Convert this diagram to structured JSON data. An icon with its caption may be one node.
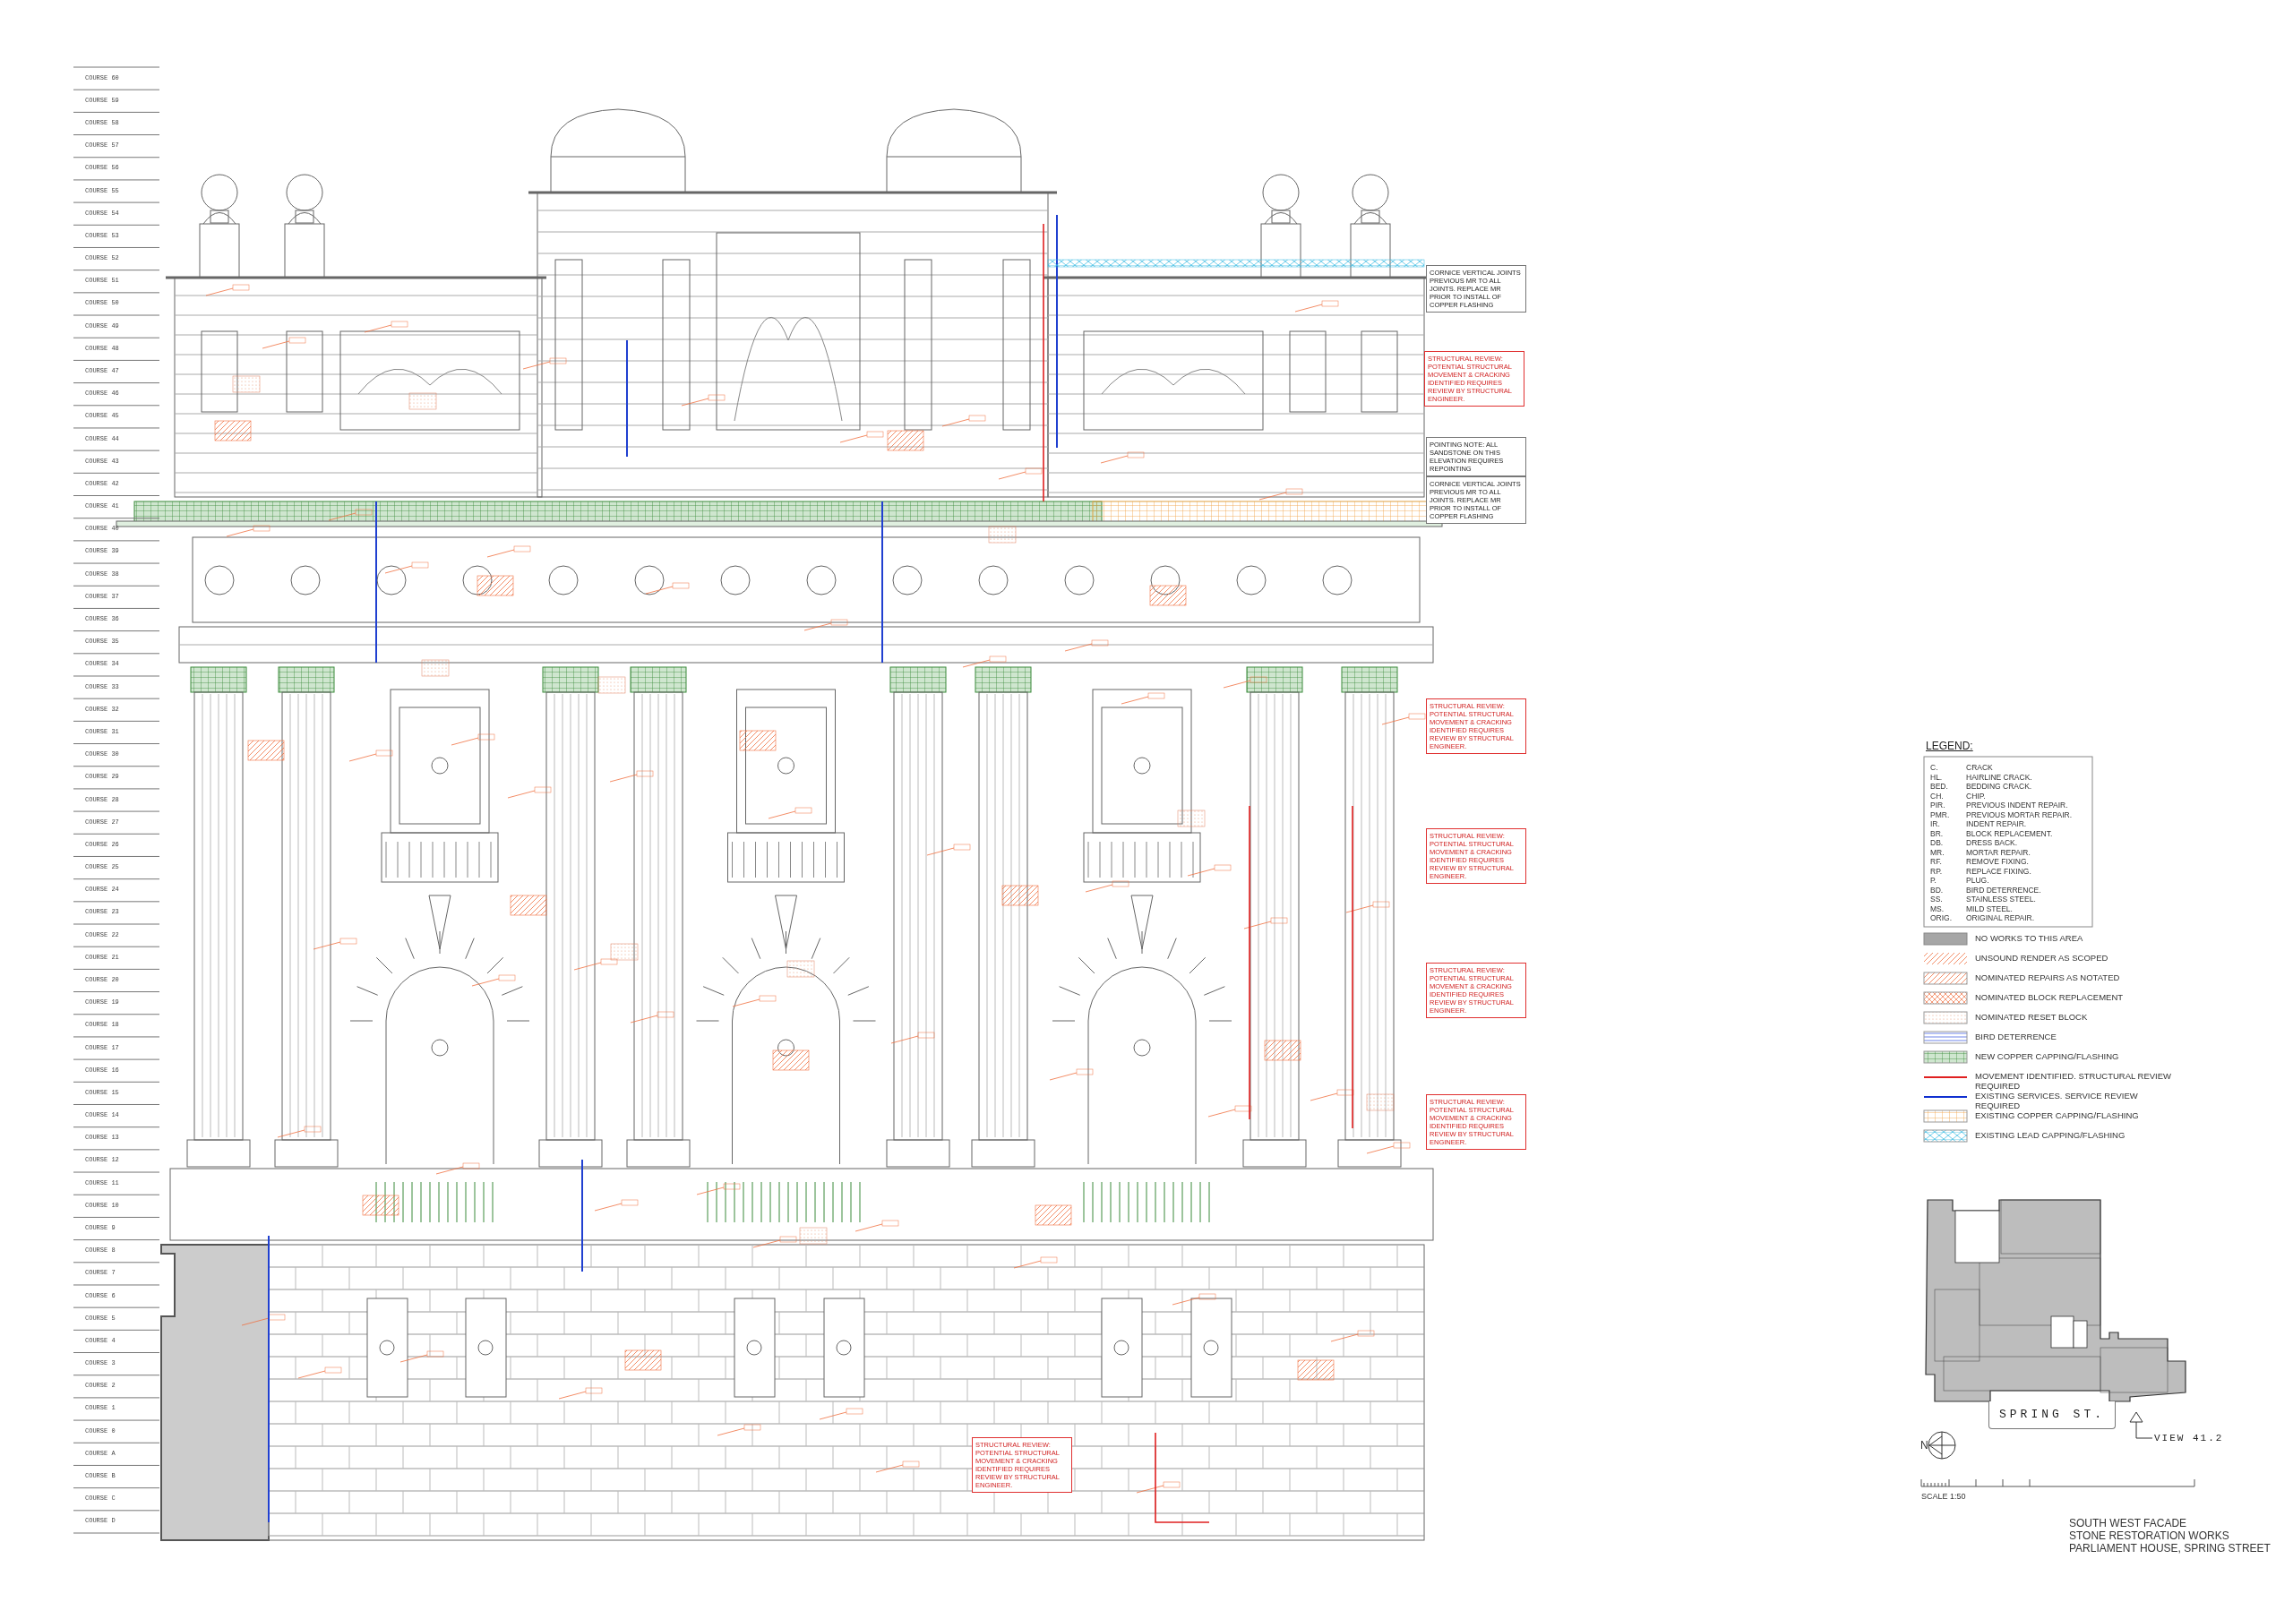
{
  "diagram": {
    "nodes": [
      {
        "text": [
          "CORNICE VERTICAL JOINTS PREVIOUS MR TO ALL JOINTS. REPLACE MR PRIOR TO INSTALL OF COPPER FLASHING"
        ]
      },
      {
        "text": [
          "STRUCTURAL REVIEW: POTENTIAL STRUCTURAL MOVEMENT & CRACKING IDENTIFIED REQUIRES REVIEW BY STRUCTURAL ENGINEER."
        ]
      },
      {
        "text": [
          "POINTING NOTE: ALL SANDSTONE ON THIS ELEVATION REQUIRES REPOINTING"
        ]
      },
      {
        "text": [
          "CORNICE VERTICAL JOINTS PREVIOUS MR TO ALL JOINTS. REPLACE MR PRIOR TO INSTALL OF COPPER FLASHING"
        ]
      },
      {
        "text": [
          "STRUCTURAL REVIEW: POTENTIAL STRUCTURAL MOVEMENT & CRACKING IDENTIFIED REQUIRES REVIEW BY STRUCTURAL ENGINEER."
        ]
      },
      {
        "text": [
          "STRUCTURAL REVIEW: POTENTIAL STRUCTURAL MOVEMENT & CRACKING IDENTIFIED REQUIRES REVIEW BY STRUCTURAL ENGINEER."
        ]
      },
      {
        "text": [
          "STRUCTURAL REVIEW: POTENTIAL STRUCTURAL MOVEMENT & CRACKING IDENTIFIED REQUIRES REVIEW BY STRUCTURAL ENGINEER."
        ]
      },
      {
        "text": [
          "STRUCTURAL REVIEW: POTENTIAL STRUCTURAL MOVEMENT & CRACKING IDENTIFIED REQUIRES REVIEW BY STRUCTURAL ENGINEER."
        ]
      },
      {
        "text": [
          "STRUCTURAL REVIEW: POTENTIAL STRUCTURAL MOVEMENT & CRACKING IDENTIFIED REQUIRES REVIEW BY STRUCTURAL ENGINEER."
        ]
      },
      {
        "text": [
          "SPRING ST."
        ]
      },
      {
        "text": [
          "VIEW 41.2"
        ]
      },
      {
        "text": [],
        "shape": "triangle"
      }
    ],
    "edges": [
      {
        "from": 10,
        "to": 11,
        "arrow": "none"
      }
    ],
    "labels": [
      "COURSE 60",
      "COURSE 59",
      "COURSE 58",
      "COURSE 57",
      "COURSE 56",
      "COURSE 55",
      "COURSE 54",
      "COURSE 53",
      "COURSE 52",
      "COURSE 51",
      "COURSE 50",
      "COURSE 49",
      "COURSE 48",
      "COURSE 47",
      "COURSE 46",
      "COURSE 45",
      "COURSE 44",
      "COURSE 43",
      "COURSE 42",
      "COURSE 41",
      "COURSE 40",
      "COURSE 39",
      "COURSE 38",
      "COURSE 37",
      "COURSE 36",
      "COURSE 35",
      "COURSE 34",
      "COURSE 33",
      "COURSE 32",
      "COURSE 31",
      "COURSE 30",
      "COURSE 29",
      "COURSE 28",
      "COURSE 27",
      "COURSE 26",
      "COURSE 25",
      "COURSE 24",
      "COURSE 23",
      "COURSE 22",
      "COURSE 21",
      "COURSE 20",
      "COURSE 19",
      "COURSE 18",
      "COURSE 17",
      "COURSE 16",
      "COURSE 15",
      "COURSE 14",
      "COURSE 13",
      "COURSE 12",
      "COURSE 11",
      "COURSE 10",
      "COURSE 9",
      "COURSE 8",
      "COURSE 7",
      "COURSE 6",
      "COURSE 5",
      "COURSE 4",
      "COURSE 3",
      "COURSE 2",
      "COURSE 1",
      "COURSE 0",
      "COURSE A",
      "COURSE B",
      "COURSE C",
      "COURSE D",
      "LEGEND:",
      "C.",
      "CRACK",
      "HL.",
      "HAIRLINE CRACK.",
      "BED.",
      "BEDDING CRACK.",
      "CH.",
      "CHIP.",
      "PIR.",
      "PREVIOUS INDENT REPAIR.",
      "PMR.",
      "PREVIOUS MORTAR REPAIR.",
      "IR.",
      "INDENT REPAIR.",
      "BR.",
      "BLOCK REPLACEMENT.",
      "DB.",
      "DRESS BACK.",
      "MR.",
      "MORTAR REPAIR.",
      "RF.",
      "REMOVE FIXING.",
      "RP.",
      "REPLACE FIXING.",
      "P.",
      "PLUG.",
      "BD.",
      "BIRD DETERRENCE.",
      "SS.",
      "STAINLESS STEEL.",
      "MS.",
      "MILD STEEL.",
      "ORIG.",
      "ORIGINAL REPAIR.",
      "N",
      "SCALE 1:50",
      "SOUTH WEST FACADE",
      "STONE RESTORATION WORKS",
      "PARLIAMENT HOUSE, SPRING STREET"
    ],
    "legend": [
      {
        "text": "NO WORKS TO THIS AREA",
        "color": "#a6a6a6"
      },
      {
        "text": "UNSOUND RENDER AS SCOPED"
      },
      {
        "text": "NOMINATED REPAIRS AS NOTATED"
      },
      {
        "text": "NOMINATED BLOCK REPLACEMENT"
      },
      {
        "text": "NOMINATED RESET BLOCK"
      },
      {
        "text": "BIRD DETERRENCE"
      },
      {
        "text": "NEW COPPER CAPPING/FLASHING"
      },
      {
        "text": "MOVEMENT IDENTIFIED. STRUCTURAL REVIEW REQUIRED"
      },
      {
        "text": "EXISTING SERVICES. SERVICE REVIEW REQUIRED"
      },
      {
        "text": "EXISTING COPPER CAPPING/FLASHING"
      },
      {
        "text": "EXISTING LEAD CAPPING/FLASHING"
      }
    ]
  }
}
